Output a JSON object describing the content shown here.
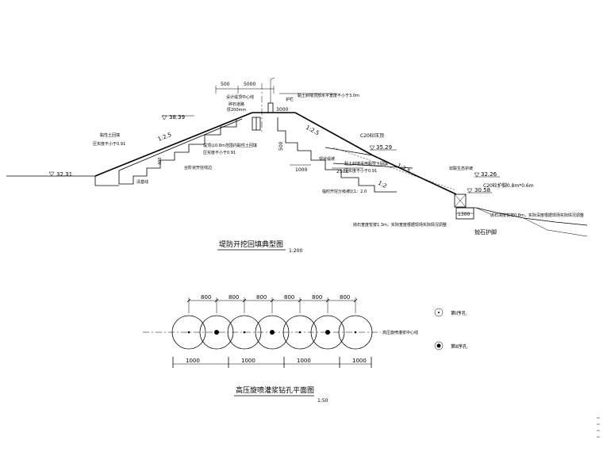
{
  "section": {
    "title": "堤防开挖回填典型图",
    "scale": "1:200",
    "dims": {
      "d500": "500",
      "d5000": "5000",
      "d3000": "3000",
      "d400": "400",
      "d500v": "500",
      "d1000": "1000",
      "d2500": "2500",
      "d1300": "1300"
    },
    "slopes": {
      "left": "1:2.5",
      "right_top": "1:2.5",
      "right_mid": "1:2.5",
      "right_low": "1:2"
    },
    "elevations": {
      "e1": "38.39",
      "e2": "35.29",
      "e3": "32.31",
      "e4": "32.26",
      "e5": "30.58"
    },
    "labels": {
      "design_axis": "设计堤顶中心线",
      "gravel_road": "碎石道路",
      "thick200": "厚200mm",
      "guardrail": "护栏",
      "top_note": "黏土斜墙顶部水平宽度不小于3.0m",
      "cohesive_fill": "黏性土回填",
      "compaction_left": "压实度不小于0.91",
      "anti_seepage": "堤顶以0.8m范围内黏性土回填",
      "compaction_mid": "压实度不小于0.91",
      "step_excavation": "台阶状开挖线边",
      "clear_base": "清基线",
      "c20_top": "C20砼压顶",
      "original_slope": "现状堤坡",
      "clay_fill": "黏土斜墙采用黏性土回填",
      "compaction_right": "压实度不小于0.91",
      "slope_ratio": "临时开挖分级坡比1：2.0",
      "eco_slope": "双联生态护坡",
      "c20_toe": "C20砼护脚0.8m*0.6m",
      "toe_right": "抛石深度暂按0.8m，实际深度根据现场实际情况调整",
      "riprap_left": "抛石宽度暂按1.3m，实际宽度根据现场实际情况调整",
      "riprap": "抛石护脚"
    }
  },
  "plan": {
    "title": "高压旋喷灌浆钻孔平面图",
    "scale": "1:50",
    "spacing_top": [
      "800",
      "800",
      "800",
      "800",
      "800",
      "800"
    ],
    "spacing_bottom": [
      "1000",
      "1000",
      "1000",
      "1000"
    ],
    "centerline_label": "高压旋喷灌浆中心线",
    "legend": [
      {
        "symbol": "open",
        "label": "第Ⅰ序孔"
      },
      {
        "symbol": "filled",
        "label": "第Ⅱ序孔"
      }
    ]
  }
}
